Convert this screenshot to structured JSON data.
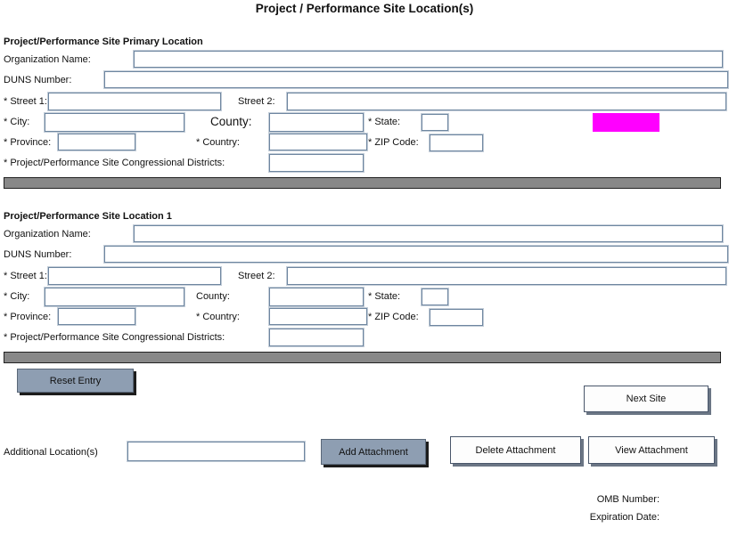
{
  "title": "Project / Performance Site Location(s)",
  "sections": [
    {
      "header": "Project/Performance Site Primary Location",
      "org_label": "Organization Name:",
      "duns_label": "DUNS Number:",
      "street1_label": "* Street 1:",
      "street2_label": "Street 2:",
      "city_label": "* City:",
      "county_label": "County:",
      "state_label": "* State:",
      "province_label": "* Province:",
      "country_label": "* Country:",
      "zip_label": "* ZIP Code:",
      "congressional_label": "* Project/Performance Site Congressional Districts:",
      "values": {
        "organization_name": "",
        "duns_number": "",
        "street1": "",
        "street2": "",
        "city": "",
        "county": "",
        "state": "",
        "province": "",
        "country": "",
        "zip_code": "",
        "congressional_districts": ""
      }
    },
    {
      "header": "Project/Performance Site Location 1",
      "org_label": "Organization Name:",
      "duns_label": "DUNS Number:",
      "street1_label": "* Street 1:",
      "street2_label": "Street 2:",
      "city_label": "* City:",
      "county_label": "County:",
      "state_label": "* State:",
      "province_label": "* Province:",
      "country_label": "* Country:",
      "zip_label": "* ZIP Code:",
      "congressional_label": "* Project/Performance Site Congressional Districts:",
      "values": {
        "organization_name": "",
        "duns_number": "",
        "street1": "",
        "street2": "",
        "city": "",
        "county": "",
        "state": "",
        "province": "",
        "country": "",
        "zip_code": "",
        "congressional_districts": ""
      }
    }
  ],
  "actions": {
    "reset_entry": "Reset Entry",
    "next_site": "Next Site",
    "add_attachment": "Add Attachment",
    "delete_attachment": "Delete Attachment",
    "view_attachment": "View Attachment"
  },
  "footer": {
    "additional_locations_label": "Additional Location(s)",
    "additional_locations_value": "",
    "omb_number_label": "OMB Number:",
    "expiration_date_label": "Expiration Date:"
  },
  "colors": {
    "highlight_box": "#ff00ff",
    "separator_bar": "#888888",
    "button_face": "#8e9eb2",
    "input_border": "#6e86a0"
  }
}
